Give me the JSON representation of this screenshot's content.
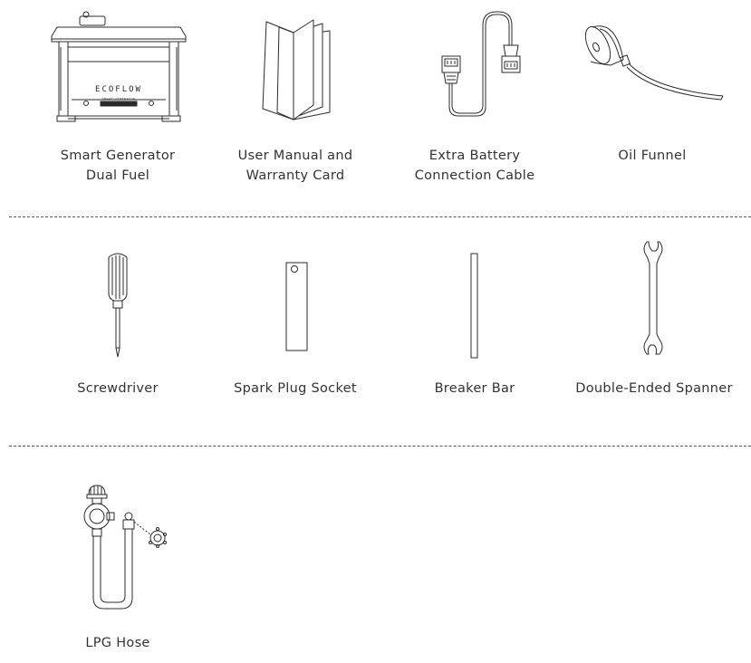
{
  "items": {
    "generator": {
      "caption_line1": "Smart Generator",
      "caption_line2": "Dual Fuel",
      "brand": "ECOFLOW",
      "sub_brand": "SMART GENERATOR"
    },
    "manual": {
      "caption_line1": "User Manual and",
      "caption_line2": "Warranty Card"
    },
    "battery_cable": {
      "caption_line1": "Extra Battery",
      "caption_line2": "Connection Cable"
    },
    "oil_funnel": {
      "caption_line1": "Oil Funnel"
    },
    "screwdriver": {
      "caption_line1": "Screwdriver"
    },
    "spark_plug_socket": {
      "caption_line1": "Spark Plug Socket"
    },
    "breaker_bar": {
      "caption_line1": "Breaker Bar"
    },
    "spanner": {
      "caption_line1": "Double-Ended Spanner"
    },
    "lpg_hose": {
      "caption_line1": "LPG Hose"
    }
  }
}
